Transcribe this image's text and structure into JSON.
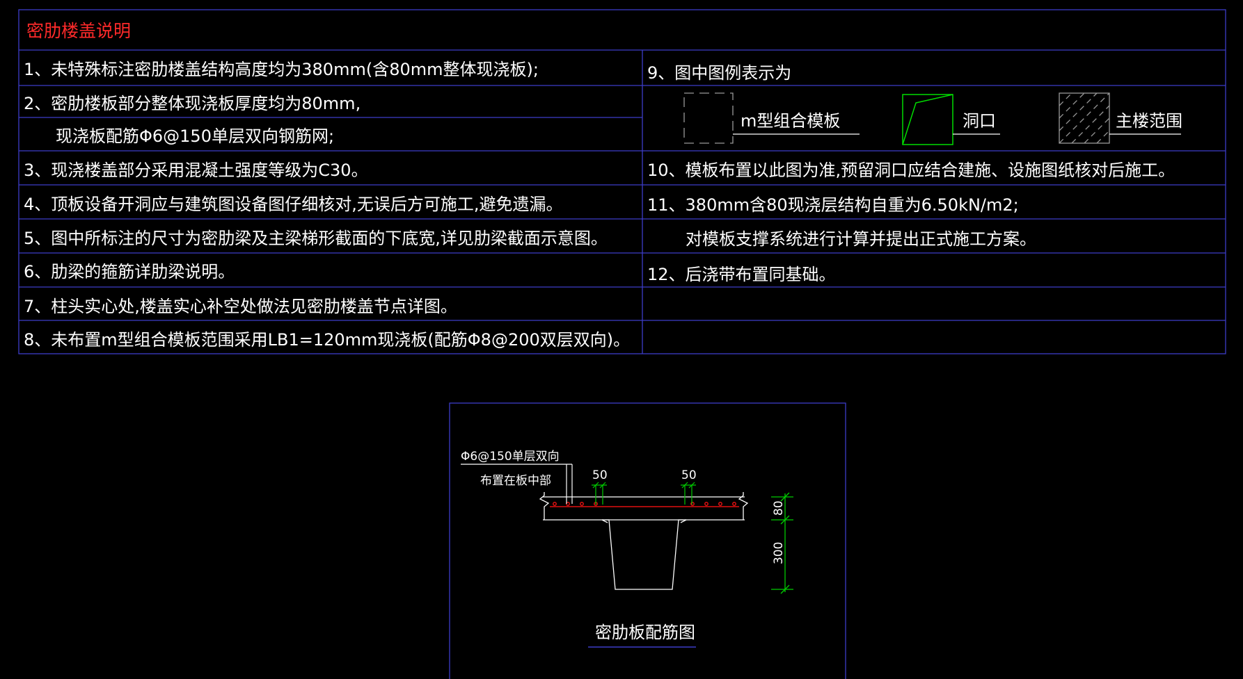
{
  "table": {
    "title": "密肋楼盖说明",
    "left_notes": [
      "1、未特殊标注密肋楼盖结构高度均为380mm(含80mm整体现浇板);",
      "2、密肋楼板部分整体现浇板厚度均为80mm,",
      "现浇板配筋Φ6@150单层双向钢筋网;",
      "3、现浇楼盖部分采用混凝土强度等级为C30。",
      "4、顶板设备开洞应与建筑图设备图仔细核对,无误后方可施工,避免遗漏。",
      "5、图中所标注的尺寸为密肋梁及主梁梯形截面的下底宽,详见肋梁截面示意图。",
      "6、肋梁的箍筋详肋梁说明。",
      "7、柱头实心处,楼盖实心补空处做法见密肋楼盖节点详图。",
      "8、未布置m型组合模板范围采用LB1=120mm现浇板(配筋Φ8@200双层双向)。"
    ],
    "right_notes": [
      "9、图中图例表示为",
      "10、模板布置以此图为准,预留洞口应结合建施、设施图纸核对后施工。",
      "11、380mm含80现浇层结构自重为6.50kN/m2;",
      "对模板支撑系统进行计算并提出正式施工方案。",
      "12、后浇带布置同基础。"
    ],
    "legend": [
      {
        "label": "m型组合模板",
        "icon": "dashed-square-icon"
      },
      {
        "label": "洞口",
        "icon": "opening-icon"
      },
      {
        "label": "主楼范围",
        "icon": "hatched-square-icon"
      }
    ]
  },
  "detail": {
    "rebar_label": "Φ6@150单层双向",
    "rebar_note": "布置在板中部",
    "dim_left": "50",
    "dim_right": "50",
    "dim_slab": "80",
    "dim_rib": "300",
    "caption": "密肋板配筋图"
  },
  "colors": {
    "frame": "#3c3cc8",
    "text": "#ffffff",
    "title": "#ff2a2a",
    "legend_green": "#00dd00",
    "rebar": "#e01010",
    "dimension": "#00cc00",
    "legend_gray": "#999999"
  }
}
